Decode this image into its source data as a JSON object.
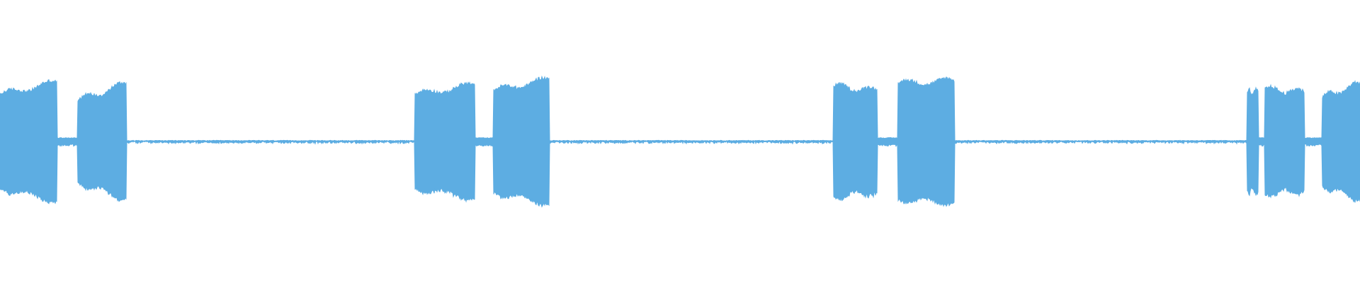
{
  "waveform": {
    "color": "#5dade2",
    "background": "#ffffff",
    "icon": "audio-waveform",
    "amplitude_scale": "linear",
    "segments": [
      {
        "type": "burst",
        "start": 0.0,
        "end": 0.042,
        "env_start": 0.66,
        "env_end": 0.84
      },
      {
        "type": "gap",
        "start": 0.042,
        "end": 0.057
      },
      {
        "type": "burst",
        "start": 0.057,
        "end": 0.093,
        "env_start": 0.58,
        "env_end": 0.82
      },
      {
        "type": "quiet",
        "start": 0.093,
        "end": 0.305
      },
      {
        "type": "burst",
        "start": 0.305,
        "end": 0.349,
        "env_start": 0.66,
        "env_end": 0.8
      },
      {
        "type": "gap",
        "start": 0.349,
        "end": 0.363
      },
      {
        "type": "burst",
        "start": 0.363,
        "end": 0.404,
        "env_start": 0.72,
        "env_end": 0.88
      },
      {
        "type": "quiet",
        "start": 0.404,
        "end": 0.613
      },
      {
        "type": "burst",
        "start": 0.613,
        "end": 0.645,
        "env_start": 0.78,
        "env_end": 0.72
      },
      {
        "type": "gap",
        "start": 0.645,
        "end": 0.66
      },
      {
        "type": "burst",
        "start": 0.66,
        "end": 0.702,
        "env_start": 0.82,
        "env_end": 0.86
      },
      {
        "type": "quiet",
        "start": 0.702,
        "end": 0.917
      },
      {
        "type": "burst",
        "start": 0.917,
        "end": 0.925,
        "env_start": 0.7,
        "env_end": 0.7
      },
      {
        "type": "gap",
        "start": 0.925,
        "end": 0.93
      },
      {
        "type": "burst",
        "start": 0.93,
        "end": 0.959,
        "env_start": 0.74,
        "env_end": 0.7
      },
      {
        "type": "gap",
        "start": 0.959,
        "end": 0.972
      },
      {
        "type": "burst",
        "start": 0.972,
        "end": 1.0,
        "env_start": 0.62,
        "env_end": 0.82
      }
    ],
    "gap_level": 0.05,
    "quiet_level": 0.012
  }
}
